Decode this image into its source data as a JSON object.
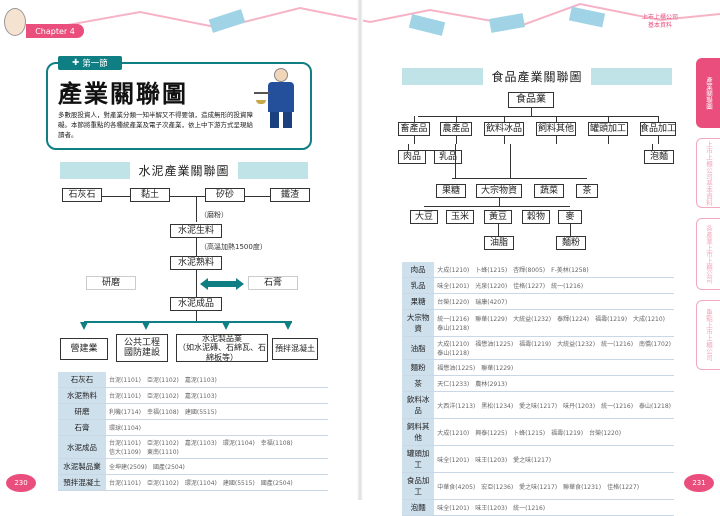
{
  "header": {
    "chapter": "Chapter 4",
    "right_note_line1": "上市上櫃公司",
    "right_note_line2": "基本資料"
  },
  "left": {
    "section_tag": "第一節",
    "title": "產業關聯圖",
    "intro": "多數股投資人，對產業分類一知半解又不得要領，造成無形的投資障礙。本節將重點的各種統產業及電子次產業，依上中下游方式呈現給讀者。",
    "chart_title": "水泥產業關聯圖",
    "diagram": {
      "row1": [
        "石灰石",
        "黏土",
        "矽砂",
        "鐵渣"
      ],
      "note_grind": "（磨粉）",
      "raw": "水泥生料",
      "note_heat": "（高溫加熱1500度）",
      "clinker": "水泥熟料",
      "grind": "研磨",
      "gypsum": "石膏",
      "product": "水泥成品",
      "downstream": [
        "營建業",
        "公共工程\n國防建設",
        "水泥製品業\n（如水泥磚、石綿瓦、石綿板等）",
        "預拌混凝土"
      ]
    },
    "table": [
      [
        "石灰石",
        "台泥(1101)　亞泥(1102)　嘉泥(1103)"
      ],
      [
        "水泥熟料",
        "台泥(1101)　亞泥(1102)　嘉泥(1103)"
      ],
      [
        "研磨",
        "利機(1714)　幸福(1108)　建國(5515)"
      ],
      [
        "石膏",
        "環球(1104)"
      ],
      [
        "水泥成品",
        "台泥(1101)　亞泥(1102)　嘉泥(1103)　環泥(1104)　幸福(1108)\n信大(1109)　東南(1110)"
      ],
      [
        "水泥製品業",
        "全坤建(2509)　國產(2504)"
      ],
      [
        "預拌混凝土",
        "台泥(1101)　亞泥(1102)　環泥(1104)　建國(5515)　國產(2504)"
      ]
    ],
    "page_no": "230"
  },
  "right": {
    "chart_title": "食品產業關聯圖",
    "diagram": {
      "root": "食品業",
      "l1": [
        "畜產品",
        "農產品",
        "飲料冰品",
        "飼料其他",
        "罐頭加工",
        "食品加工"
      ],
      "l2a": [
        "肉品",
        "乳品"
      ],
      "l2b": "泡麵",
      "l3": [
        "果糖",
        "大宗物資",
        "蔬菜",
        "茶"
      ],
      "l4": [
        "大豆",
        "玉米",
        "黃豆",
        "穀物",
        "麥"
      ],
      "l5": [
        "油脂",
        "麵粉"
      ]
    },
    "table": [
      [
        "肉品",
        "大成(1210)　卜蜂(1215)　杏輝(8005)　F-美林(1258)"
      ],
      [
        "乳品",
        "味全(1201)　光泉(1220)　佳格(1227)　統一(1216)"
      ],
      [
        "果糖",
        "台榮(1220)　瑞康(4207)"
      ],
      [
        "大宗物資",
        "統一(1216)　聯華(1229)　大統益(1232)　泰輝(1224)　福壽(1219)　大成(1210)\n泰山(1218)"
      ],
      [
        "油脂",
        "大成(1210)　福懋油(1225)　福壽(1219)　大統益(1232)　統一(1216)　南僑(1702)\n泰山(1218)"
      ],
      [
        "麵粉",
        "福懋油(1225)　聯華(1229)"
      ],
      [
        "茶",
        "天仁(1233)　農林(2913)"
      ],
      [
        "飲料冰品",
        "大西洋(1213)　黑松(1234)　愛之味(1217)　味丹(1203)　統一(1216)　泰山(1218)"
      ],
      [
        "飼料其他",
        "大成(1210)　興泰(1225)　卜蜂(1215)　福壽(1219)　台榮(1220)"
      ],
      [
        "罐頭加工",
        "味全(1201)　味王(1203)　愛之味(1217)"
      ],
      [
        "食品加工",
        "中華食(4205)　宏亞(1236)　愛之味(1217)　聯華食(1231)　佳格(1227)"
      ],
      [
        "泡麵",
        "味全(1201)　味王(1203)　統一(1216)"
      ]
    ],
    "side_tabs": [
      "產業關聯圖",
      "上市上櫃公司基本資料",
      "各產業上市上櫃公司",
      "重點上市上櫃公司"
    ],
    "page_no": "231"
  },
  "colors": {
    "teal": "#0f7f84",
    "bar": "#bfe3e6",
    "pink": "#e94e7c",
    "table_key": "#cfe0ed"
  }
}
